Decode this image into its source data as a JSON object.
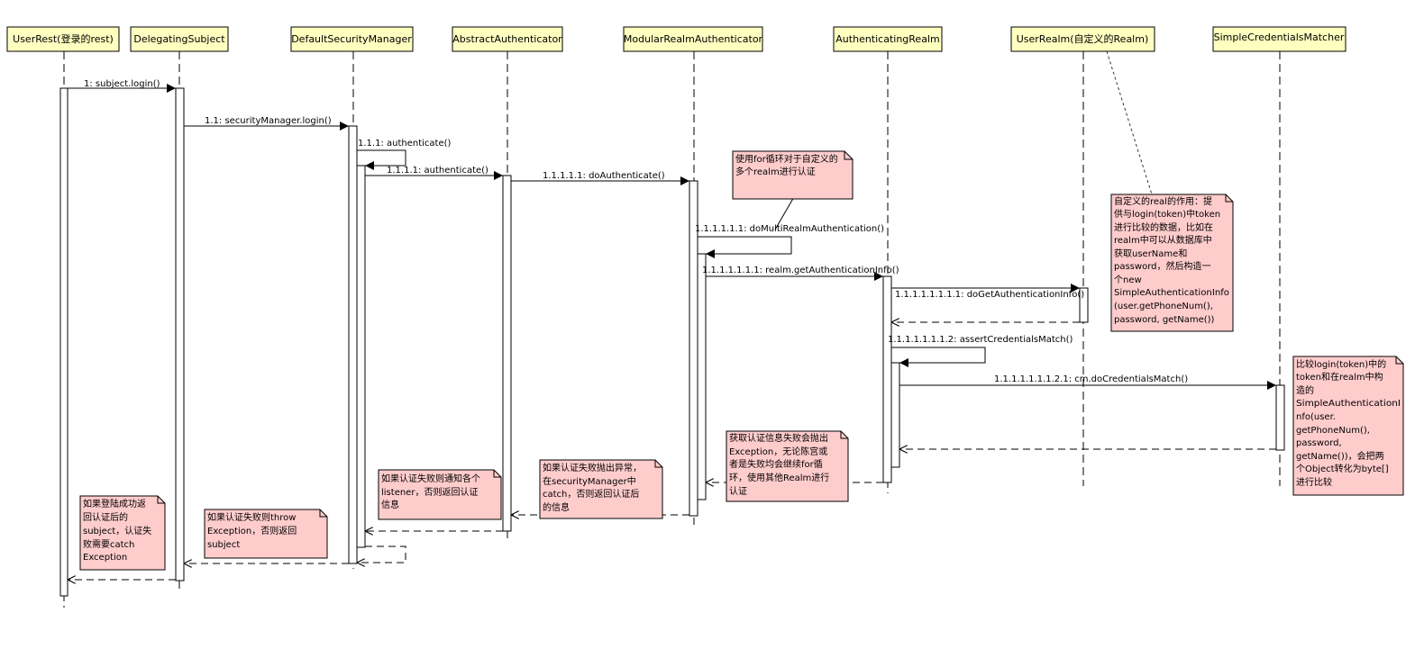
{
  "participants": [
    {
      "id": "userrest",
      "label": "UserRest(登录的rest)"
    },
    {
      "id": "delegating",
      "label": "DelegatingSubject"
    },
    {
      "id": "dsm",
      "label": "DefaultSecurityManager"
    },
    {
      "id": "abstract",
      "label": "AbstractAuthenticator"
    },
    {
      "id": "modular",
      "label": "ModularRealmAuthenticator"
    },
    {
      "id": "authrealm",
      "label": "AuthenticatingRealm"
    },
    {
      "id": "userrealm",
      "label": "UserRealm(自定义的Realm)"
    },
    {
      "id": "scm",
      "label": "SimpleCredentialsMatcher"
    }
  ],
  "messages": [
    {
      "id": "m1",
      "label": "1: subject.login()"
    },
    {
      "id": "m2",
      "label": "1.1: securityManager.login()"
    },
    {
      "id": "m3",
      "label": "1.1.1: authenticate()"
    },
    {
      "id": "m4",
      "label": "1.1.1.1: authenticate()"
    },
    {
      "id": "m5",
      "label": "1.1.1.1.1: doAuthenticate()"
    },
    {
      "id": "m6",
      "label": "1.1.1.1.1.1: doMultiRealmAuthentication()"
    },
    {
      "id": "m7",
      "label": "1.1.1.1.1.1.1: realm.getAuthenticationInfo()"
    },
    {
      "id": "m8",
      "label": "1.1.1.1.1.1.1.1: doGetAuthenticationInfo()"
    },
    {
      "id": "m9",
      "label": "1.1.1.1.1.1.1.2: assertCredentialsMatch()"
    },
    {
      "id": "m10",
      "label": "1.1.1.1.1.1.1.2.1: cm.doCredentialsMatch()"
    }
  ],
  "notes": [
    {
      "id": "note-for-loop",
      "lines": [
        "使用for循环对于自定义的",
        "多个realm进行认证"
      ]
    },
    {
      "id": "note-custom-realm",
      "lines": [
        "自定义的real的作用：提",
        "供与login(token)中token",
        "进行比较的数据，比如在",
        "realm中可以从数据库中",
        "获取userName和",
        "password，然后构造一",
        "个new",
        "SimpleAuthenticationInfo",
        "(user.getPhoneNum(),",
        "password, getName())"
      ]
    },
    {
      "id": "note-compare",
      "lines": [
        "比较login(token)中的",
        "token和在realm中构",
        "造的",
        "SimpleAuthenticationI",
        "nfo(user.",
        "getPhoneNum(),",
        "password,",
        "getName())，会把两",
        "个Object转化为byte[]",
        "进行比较"
      ]
    },
    {
      "id": "note-get-info-fail",
      "lines": [
        "获取认证信息失败会抛出",
        "Exception，无论陈宫或",
        "者是失败均会继续for循",
        "环，使用其他Realm进行",
        "认证"
      ]
    },
    {
      "id": "note-catch",
      "lines": [
        "如果认证失败抛出异常，",
        "在securityManager中",
        "catch，否则返回认证后",
        "的信息"
      ]
    },
    {
      "id": "note-listener",
      "lines": [
        "如果认证失败则通知各个",
        "listener，否则返回认证",
        "信息"
      ]
    },
    {
      "id": "note-throw",
      "lines": [
        "如果认证失败则throw",
        "Exception，否则返回",
        "subject"
      ]
    },
    {
      "id": "note-login-success",
      "lines": [
        "如果登陆成功返",
        "回认证后的",
        "subject，认证失",
        "败需要catch",
        "Exception"
      ]
    }
  ]
}
